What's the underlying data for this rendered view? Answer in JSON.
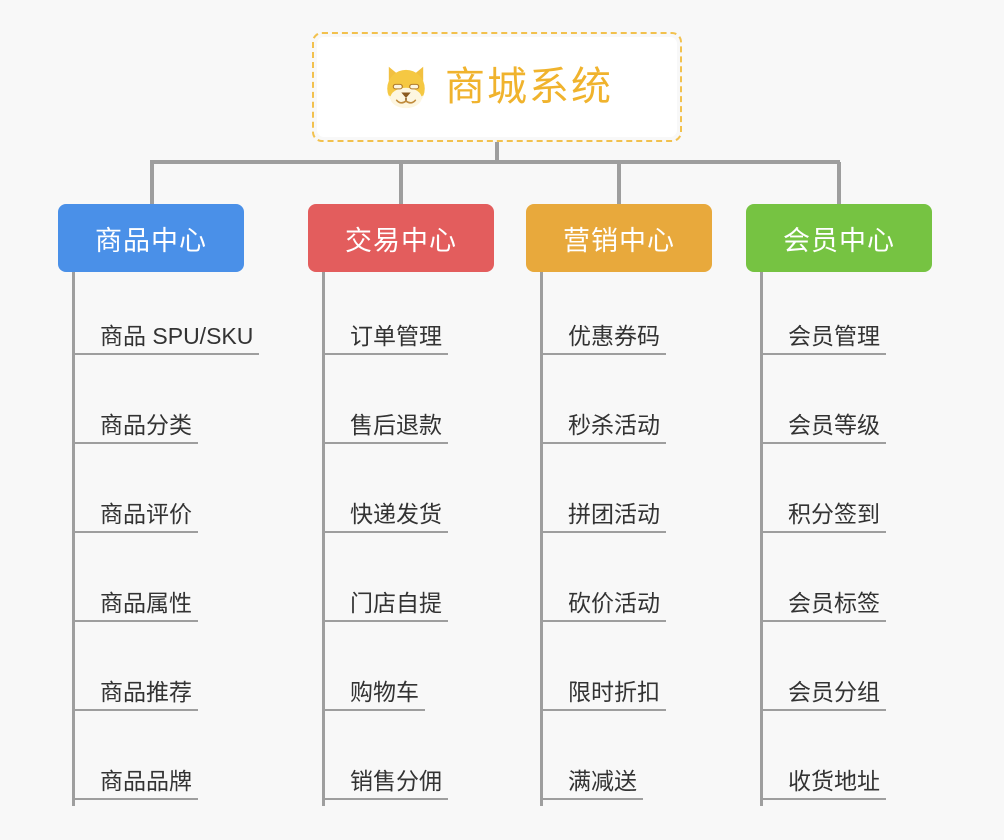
{
  "diagram": {
    "type": "mind-map",
    "background_color": "#f8f8f8",
    "connector_color": "#9e9e9e"
  },
  "root": {
    "title": "商城系统",
    "icon": "shiba-dog-face-icon",
    "border_color": "#f2c14e",
    "text_color": "#f0b32d",
    "background_color": "#ffffff"
  },
  "columns": [
    {
      "id": "product-center",
      "header": "商品中心",
      "color": "#4a90e8",
      "items": [
        {
          "label": "商品 SPU/SKU"
        },
        {
          "label": "商品分类"
        },
        {
          "label": "商品评价"
        },
        {
          "label": "商品属性"
        },
        {
          "label": "商品推荐"
        },
        {
          "label": "商品品牌"
        }
      ]
    },
    {
      "id": "trade-center",
      "header": "交易中心",
      "color": "#e35d5d",
      "items": [
        {
          "label": "订单管理"
        },
        {
          "label": "售后退款"
        },
        {
          "label": "快递发货"
        },
        {
          "label": "门店自提"
        },
        {
          "label": "购物车"
        },
        {
          "label": "销售分佣"
        }
      ]
    },
    {
      "id": "marketing-center",
      "header": "营销中心",
      "color": "#e8a93c",
      "items": [
        {
          "label": "优惠券码"
        },
        {
          "label": "秒杀活动"
        },
        {
          "label": "拼团活动"
        },
        {
          "label": "砍价活动"
        },
        {
          "label": "限时折扣"
        },
        {
          "label": "满减送"
        }
      ]
    },
    {
      "id": "member-center",
      "header": "会员中心",
      "color": "#76c342",
      "items": [
        {
          "label": "会员管理"
        },
        {
          "label": "会员等级"
        },
        {
          "label": "积分签到"
        },
        {
          "label": "会员标签"
        },
        {
          "label": "会员分组"
        },
        {
          "label": "收货地址"
        }
      ]
    }
  ]
}
